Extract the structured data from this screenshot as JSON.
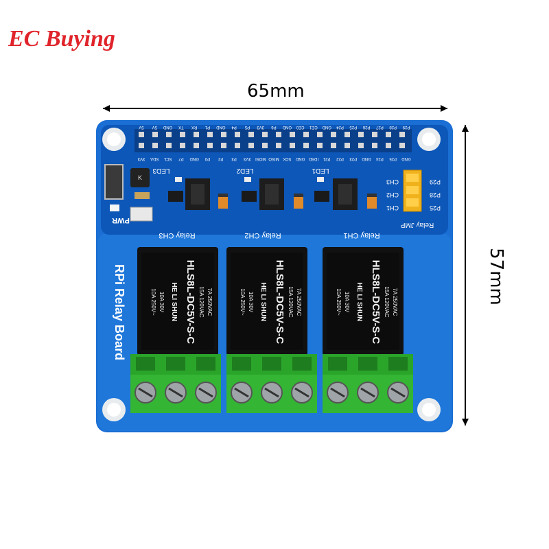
{
  "brand": {
    "name": "EC Buying",
    "color": "#e0242b"
  },
  "dimensions": {
    "width": "65mm",
    "height": "57mm"
  },
  "board": {
    "title": "RPi Relay Board",
    "pcb_color": "#1566c9",
    "pwr_label": "PWR",
    "jumper_label": "Relay JMP",
    "jumper_pins": [
      "P29",
      "P28",
      "P25"
    ],
    "jumper_channels": [
      "CH3",
      "CH2",
      "CH1"
    ],
    "leds": [
      "LED3",
      "LED2",
      "LED1"
    ],
    "relay_labels": [
      "Relay CH3",
      "Relay CH2",
      "Relay CH1"
    ],
    "gpio_top": [
      "5V",
      "5V",
      "GND",
      "TX",
      "RX",
      "P1",
      "GND",
      "P4",
      "P5",
      "3V3",
      "P6",
      "GND",
      "CE0",
      "CE1",
      "GND",
      "P24",
      "P25",
      "P26",
      "P27",
      "P28",
      "P29"
    ],
    "gpio_bottom": [
      "3V3",
      "SDA",
      "SCL",
      "P7",
      "GND",
      "P0",
      "P2",
      "P3",
      "3V3",
      "MOSI",
      "MISO",
      "SCK",
      "GND",
      "IDSD",
      "P21",
      "P22",
      "P23",
      "GND",
      "P24",
      "P25",
      "GND"
    ],
    "relay": {
      "model": "HLS8L-DC5V-S-C",
      "maker": "HE LI SHUN",
      "rating_a": "10A 250V~",
      "rating_b": "10A 30V",
      "rating_c": "15A 120VAC",
      "rating_d": "7A 250VAC"
    }
  }
}
